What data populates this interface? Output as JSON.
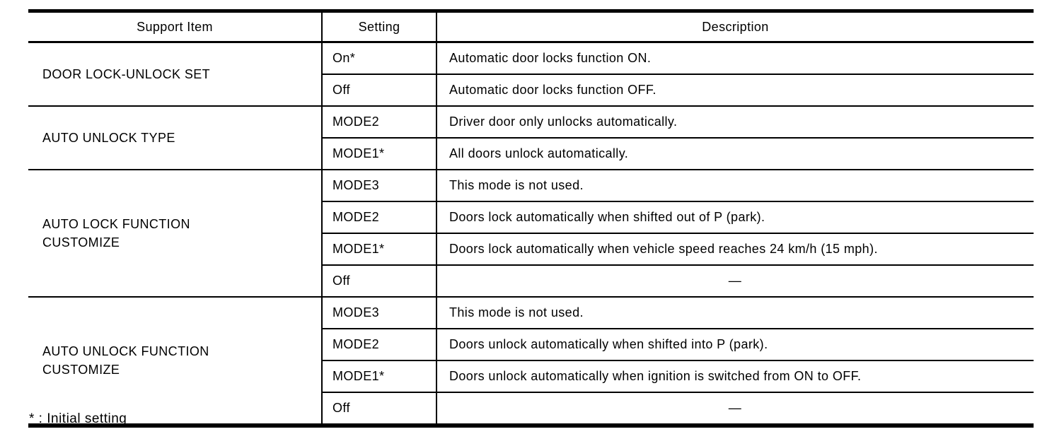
{
  "table": {
    "headers": {
      "support_item": "Support Item",
      "setting": "Setting",
      "description": "Description"
    },
    "groups": [
      {
        "item": "DOOR LOCK-UNLOCK SET",
        "rows": [
          {
            "setting": "On*",
            "description": "Automatic door locks function ON."
          },
          {
            "setting": "Off",
            "description": "Automatic door locks function OFF."
          }
        ]
      },
      {
        "item": "AUTO UNLOCK TYPE",
        "rows": [
          {
            "setting": "MODE2",
            "description": "Driver door only unlocks automatically."
          },
          {
            "setting": "MODE1*",
            "description": "All doors unlock automatically."
          }
        ]
      },
      {
        "item": "AUTO LOCK FUNCTION\nCUSTOMIZE",
        "rows": [
          {
            "setting": "MODE3",
            "description": "This mode is not used."
          },
          {
            "setting": "MODE2",
            "description": "Doors lock automatically when shifted out of P (park)."
          },
          {
            "setting": "MODE1*",
            "description": "Doors lock automatically when vehicle speed reaches 24 km/h (15 mph)."
          },
          {
            "setting": "Off",
            "description": "—"
          }
        ]
      },
      {
        "item": "AUTO UNLOCK FUNCTION\nCUSTOMIZE",
        "rows": [
          {
            "setting": "MODE3",
            "description": "This mode is not used."
          },
          {
            "setting": "MODE2",
            "description": "Doors unlock automatically when shifted into P (park)."
          },
          {
            "setting": "MODE1*",
            "description": "Doors unlock automatically when ignition is switched from ON to OFF."
          },
          {
            "setting": "Off",
            "description": "—"
          }
        ]
      }
    ],
    "footnote": "* : Initial setting"
  }
}
